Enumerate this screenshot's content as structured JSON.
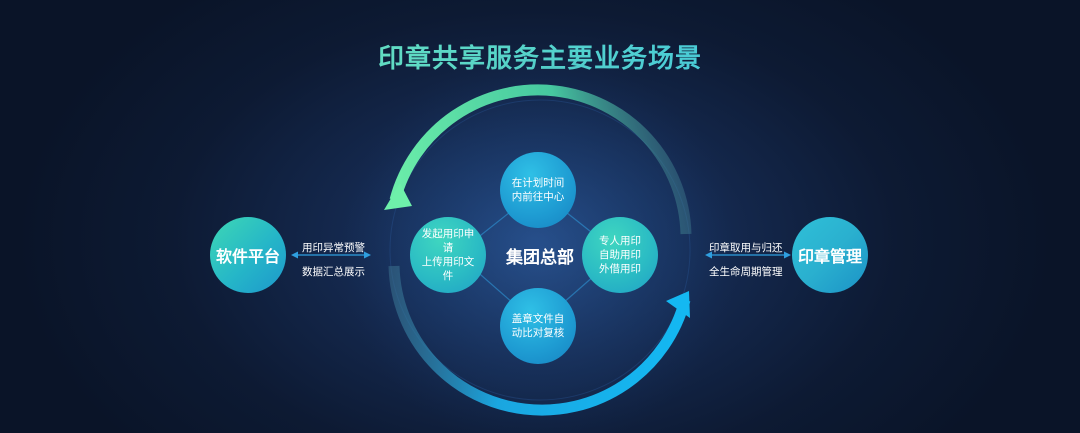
{
  "title": "印章共享服务主要业务场景",
  "hub": "集团总部",
  "nodes": {
    "top": [
      "在计划时间",
      "内前往中心"
    ],
    "left": [
      "发起用印申请",
      "上传用印文件"
    ],
    "right": [
      "专人用印",
      "自助用印",
      "外借用印"
    ],
    "bottom": [
      "盖章文件自",
      "动比对复核"
    ]
  },
  "side": {
    "left": {
      "name": "软件平台",
      "labels": [
        "用印异常预警",
        "数据汇总展示"
      ]
    },
    "right": {
      "name": "印章管理",
      "labels": [
        "印章取用与归还",
        "全生命周期管理"
      ]
    }
  },
  "colors": {
    "arc_green": "#5ee6a6",
    "arc_blue": "#18b4ee",
    "connector": "#2f9fe0"
  }
}
